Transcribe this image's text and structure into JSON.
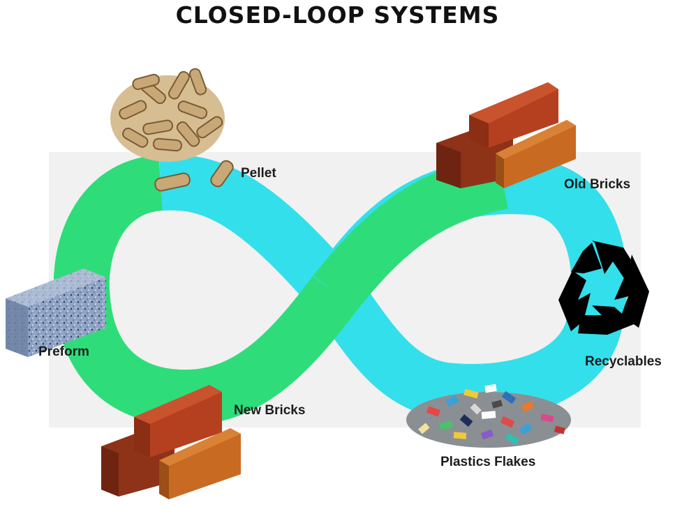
{
  "title": "CLOSED-LOOP SYSTEMS",
  "labels": {
    "pellet": "Pellet",
    "old_bricks": "Old Bricks",
    "recyclables": "Recyclables",
    "plastics_flakes": "Plastics Flakes",
    "new_bricks": "New Bricks",
    "preform": "Preform"
  },
  "colors": {
    "loop_green": "#2fdc7a",
    "loop_cyan": "#33dfea",
    "panel": "#f1f1f1",
    "brick_red": "#b5401f",
    "brick_orange": "#c96a22",
    "pellet": "#c9a878",
    "recycle_icon": "#000000"
  },
  "icons": [
    "pellets-pile-icon",
    "old-bricks-icon",
    "recycle-icon",
    "plastic-flakes-icon",
    "new-bricks-icon",
    "preform-block-icon"
  ]
}
